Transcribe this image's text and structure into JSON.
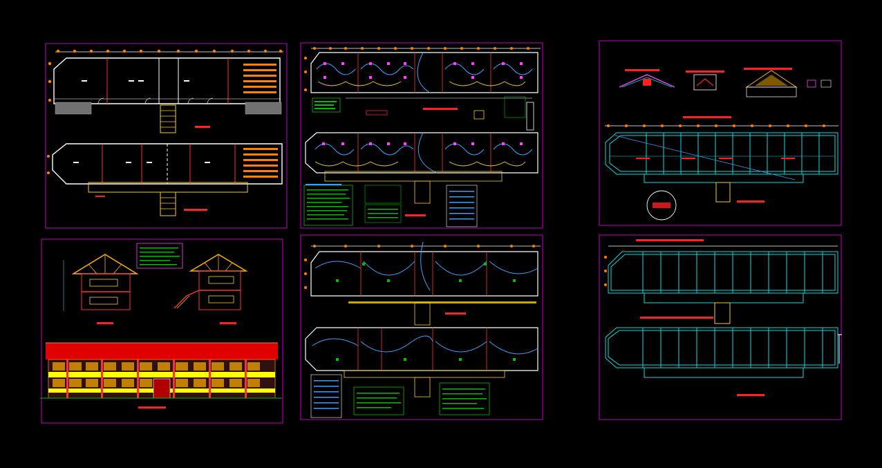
{
  "theme": {
    "background": "#000000",
    "sheet_border": "#c000c0",
    "wall": "#ffffff",
    "grid_line": "#ff3030",
    "axis_bubble": "#ff8000",
    "electric_circuit": "#3aa0ff",
    "fixture": "#ff40ff",
    "structure": "#00e0e0",
    "title_tag": "#ff2020",
    "legend_green": "#00c000",
    "roof": "#e00000",
    "wall_band": "#ffff00",
    "timber": "#ffb000",
    "stair": "#ffd000"
  },
  "sheets": [
    {
      "id": "architecture-plans",
      "icon": "floor-plan-icon"
    },
    {
      "id": "lighting-plans",
      "icon": "electrical-icon"
    },
    {
      "id": "roof-structure",
      "icon": "roof-truss-icon"
    },
    {
      "id": "sections-elevation",
      "icon": "elevation-icon"
    },
    {
      "id": "outlet-plans",
      "icon": "electrical-icon"
    },
    {
      "id": "foundation-plans",
      "icon": "foundation-icon"
    }
  ]
}
